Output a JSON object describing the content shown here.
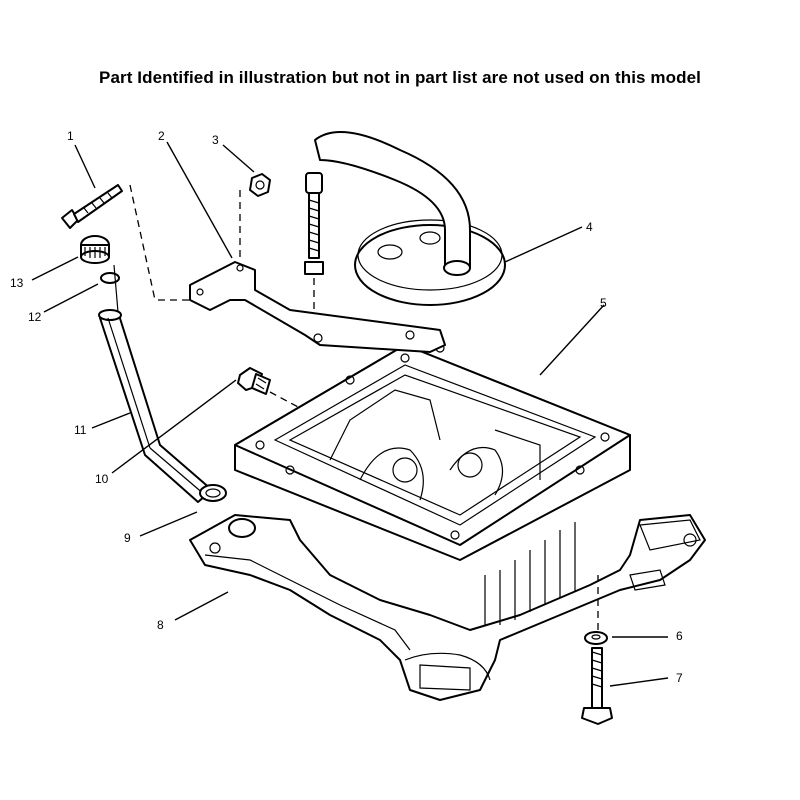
{
  "title": "Part Identified in illustration but not in part list are not used on this model",
  "callouts": [
    {
      "id": "1",
      "label": "1"
    },
    {
      "id": "2",
      "label": "2"
    },
    {
      "id": "3",
      "label": "3"
    },
    {
      "id": "4",
      "label": "4"
    },
    {
      "id": "5",
      "label": "5"
    },
    {
      "id": "6",
      "label": "6"
    },
    {
      "id": "7",
      "label": "7"
    },
    {
      "id": "8",
      "label": "8"
    },
    {
      "id": "9",
      "label": "9"
    },
    {
      "id": "10",
      "label": "10"
    },
    {
      "id": "11",
      "label": "11"
    },
    {
      "id": "12",
      "label": "12"
    },
    {
      "id": "13",
      "label": "13"
    }
  ]
}
